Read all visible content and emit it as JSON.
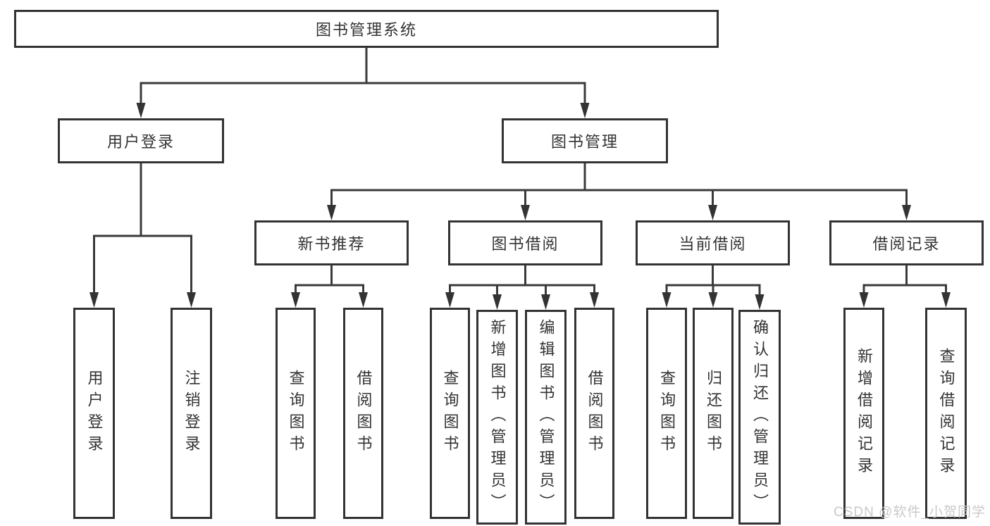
{
  "root": {
    "label": "图书管理系统"
  },
  "user_login": {
    "label": "用户登录",
    "children": [
      {
        "label": "用户登录"
      },
      {
        "label": "注销登录"
      }
    ]
  },
  "book_management": {
    "label": "图书管理",
    "groups": [
      {
        "label": "新书推荐",
        "children": [
          {
            "label": "查询图书"
          },
          {
            "label": "借阅图书"
          }
        ]
      },
      {
        "label": "图书借阅",
        "children": [
          {
            "label": "查询图书"
          },
          {
            "label": "新增图书（管理员）"
          },
          {
            "label": "编辑图书（管理员）"
          },
          {
            "label": "借阅图书"
          }
        ]
      },
      {
        "label": "当前借阅",
        "children": [
          {
            "label": "查询图书"
          },
          {
            "label": "归还图书"
          },
          {
            "label": "确认归还（管理员）"
          }
        ]
      },
      {
        "label": "借阅记录",
        "children": [
          {
            "label": "新增借阅记录"
          },
          {
            "label": "查询借阅记录"
          }
        ]
      }
    ]
  },
  "watermark": {
    "text": "CSDN @软件_小贺同学"
  },
  "colors": {
    "line": "#3a3a3a",
    "border": "#333333",
    "text": "#333333",
    "watermark": "#c9c9c9",
    "background": "#ffffff"
  }
}
